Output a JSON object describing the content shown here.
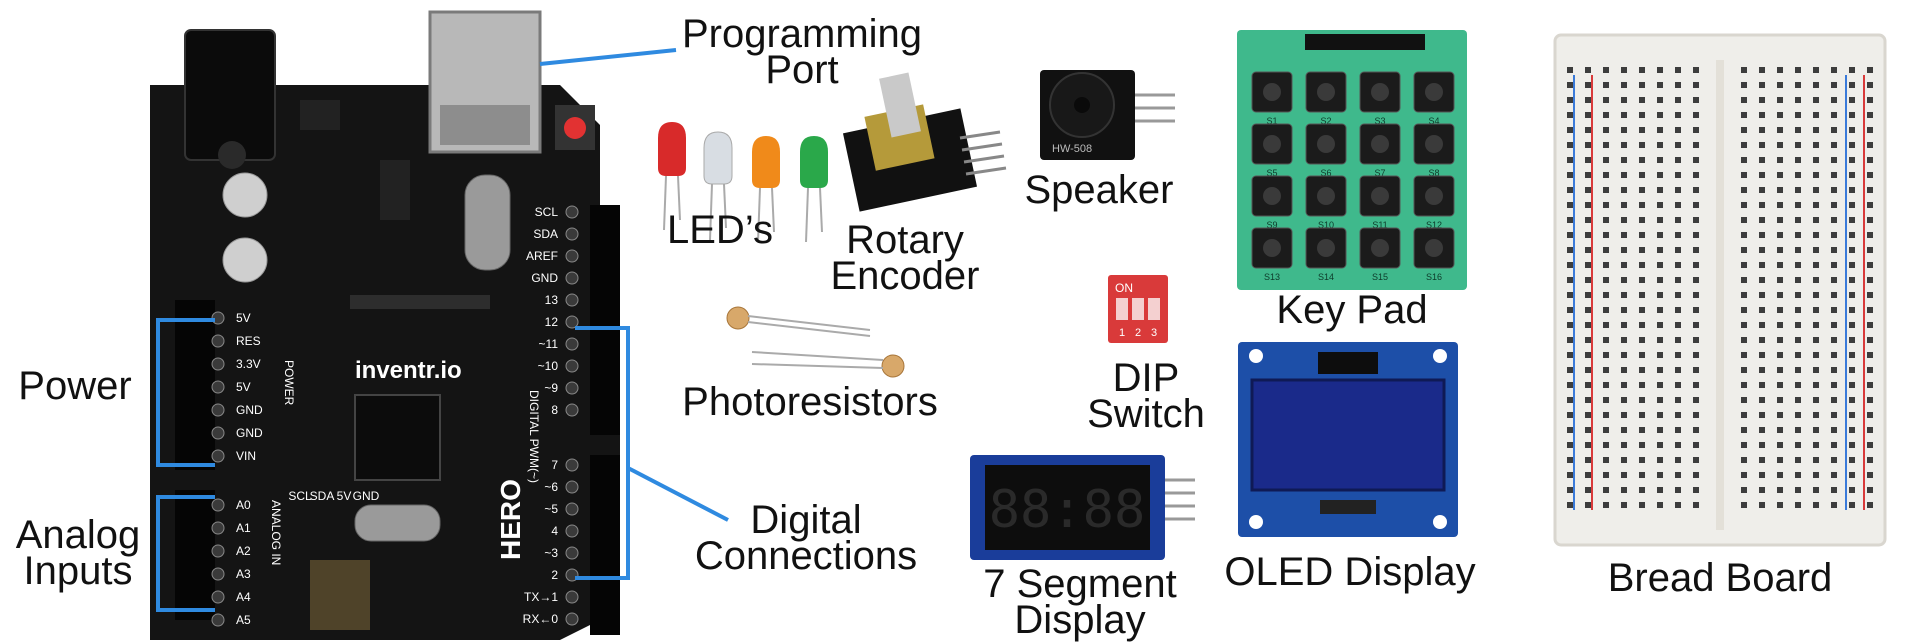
{
  "labels": {
    "programming_port": [
      "Programming",
      "Port"
    ],
    "power": [
      "Power"
    ],
    "analog_inputs": [
      "Analog",
      "Inputs"
    ],
    "digital_connections": [
      "Digital",
      "Connections"
    ],
    "leds": [
      "LED’s"
    ],
    "rotary_encoder": [
      "Rotary",
      "Encoder"
    ],
    "speaker": [
      "Speaker"
    ],
    "photoresistors": [
      "Photoresistors"
    ],
    "dip_switch": [
      "DIP",
      "Switch"
    ],
    "seven_segment": [
      "7 Segment",
      "Display"
    ],
    "key_pad": [
      "Key Pad"
    ],
    "oled_display": [
      "OLED Display"
    ],
    "bread_board": [
      "Bread Board"
    ]
  },
  "board": {
    "brand": "inventr.io",
    "model": "HERO",
    "power_header_label": "POWER",
    "analog_header_label": "ANALOG IN",
    "digital_header_label": "DIGITAL PWM(~)",
    "power_pins": [
      "5V",
      "RES",
      "3.3V",
      "5V",
      "GND",
      "GND",
      "VIN"
    ],
    "analog_pins": [
      "A0",
      "A1",
      "A2",
      "A3",
      "A4",
      "A5"
    ],
    "top_right_pins": [
      "SCL",
      "SDA",
      "AREF",
      "GND",
      "13",
      "12",
      "~11",
      "~10",
      "~9",
      "8"
    ],
    "digital_pins": [
      "7",
      "~6",
      "~5",
      "4",
      "~3",
      "2",
      "TX→1",
      "RX←0"
    ],
    "bottom_pins": [
      "SCL",
      "SDA",
      "5V",
      "GND"
    ]
  },
  "seven_segment_digits": "88:88",
  "dip_switch": {
    "on_label": "ON",
    "numbers": [
      "1",
      "2",
      "3"
    ]
  },
  "speaker_model": "HW-508",
  "keypad_keys": [
    "S1",
    "S2",
    "S3",
    "S4",
    "S5",
    "S6",
    "S7",
    "S8",
    "S9",
    "S10",
    "S11",
    "S12",
    "S13",
    "S14",
    "S15",
    "S16"
  ],
  "colors": {
    "callout_line": "#2f8ae0",
    "board": "#151515",
    "keypad_pcb": "#3fb98c",
    "oled_pcb": "#1d4fa8",
    "oled_screen": "#1a2a8a",
    "segment_pcb": "#1a3d9a",
    "dip_body": "#d93a3a",
    "breadboard": "#efeeea"
  }
}
